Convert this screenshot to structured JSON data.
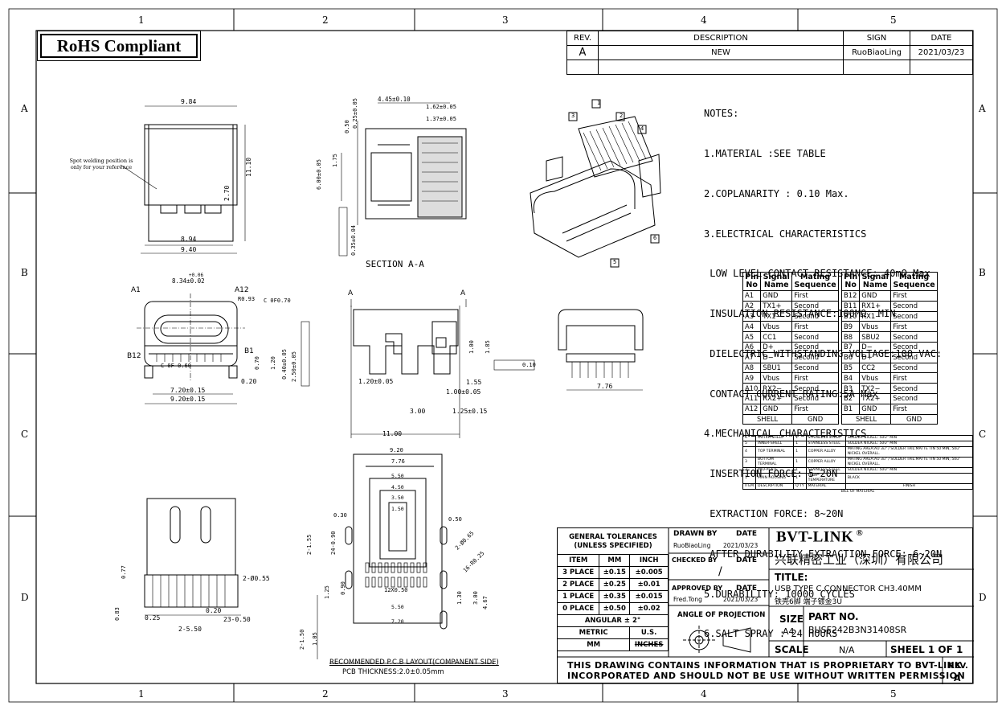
{
  "zones": {
    "cols": [
      "1",
      "2",
      "3",
      "4",
      "5"
    ],
    "rows": [
      "A",
      "B",
      "C",
      "D"
    ]
  },
  "rohs": "RoHS Compliant",
  "revision": {
    "headers": [
      "REV.",
      "DESCRIPTION",
      "SIGN",
      "DATE"
    ],
    "row": [
      "A",
      "NEW",
      "RuoBiaoLing",
      "2021/03/23"
    ]
  },
  "notes": [
    "NOTES:",
    "1.MATERIAL :SEE TABLE",
    "2.COPLANARITY : 0.10 Max.",
    "3.ELECTRICAL CHARACTERISTICS",
    " LOW LEVEL CONTACT RESISTANCE: 40mΩ Max",
    " INSULATION RESISTANCE:100MΩ  MIN",
    " DIELECTRIC WITHSTANDING VOLTAGE:100 VAC:",
    " CONTACT CURRENT RATING:5A Max",
    "4.MECHANICAL CHARACTERISTICS",
    " INSERTION FORCE: 5~20N",
    " EXTRACTION FORCE: 8~20N",
    " AFTER DURABILITY EXTRACTION FORCE: 6~20N",
    "5.DURABILITY: 10000 CYCLES",
    "6.SALT SPRAY : 24 HOURS"
  ],
  "pin_table_headers": [
    "Pin No",
    "Signal Name",
    "Mating Sequence"
  ],
  "pins_a": [
    [
      "A1",
      "GND",
      "First"
    ],
    [
      "A2",
      "TX1+",
      "Second"
    ],
    [
      "A3",
      "TX1−",
      "Second"
    ],
    [
      "A4",
      "Vbus",
      "First"
    ],
    [
      "A5",
      "CC1",
      "Second"
    ],
    [
      "A6",
      "D+",
      "Second"
    ],
    [
      "A7",
      "D−",
      "Second"
    ],
    [
      "A8",
      "SBU1",
      "Second"
    ],
    [
      "A9",
      "Vbus",
      "First"
    ],
    [
      "A10",
      "RX2−",
      "Second"
    ],
    [
      "A11",
      "RX2+",
      "Second"
    ],
    [
      "A12",
      "GND",
      "First"
    ]
  ],
  "pins_b": [
    [
      "B12",
      "GND",
      "First"
    ],
    [
      "B11",
      "RX1+",
      "Second"
    ],
    [
      "B10",
      "RX1−",
      "Second"
    ],
    [
      "B9",
      "Vbus",
      "First"
    ],
    [
      "B8",
      "SBU2",
      "Second"
    ],
    [
      "B7",
      "D−",
      "Second"
    ],
    [
      "B6",
      "D+",
      "Second"
    ],
    [
      "B5",
      "CC2",
      "Second"
    ],
    [
      "B4",
      "Vbus",
      "First"
    ],
    [
      "B3",
      "TX2−",
      "Second"
    ],
    [
      "B2",
      "TX2+",
      "Second"
    ],
    [
      "B1",
      "GND",
      "First"
    ]
  ],
  "shell_row": [
    "SHELL",
    "GND"
  ],
  "bom": {
    "rows": [
      [
        "6",
        "OUTER-SHELL",
        "1",
        "STAINLESS STEEL",
        "SOLDER NICKEL: 50U\" MIN"
      ],
      [
        "5",
        "INNER-SHELL",
        "1",
        "STAINLESS STEEL",
        "SOLDER NICKEL: 50U\" MIN"
      ],
      [
        "4",
        "TOP TERMINAL",
        "1",
        "COPPER ALLOY",
        "MATING AREA:AU 3u\" / SOLDER TAIL:MATTE TIN 50 MIN, 50u\" NICKEL OVERALL."
      ],
      [
        "3",
        "BOTTOM TERMINAL",
        "1",
        "COPPER ALLOY",
        "MATING AREA:AU 3u\" / SOLDER TAIL:MATTE TIN 50 MIN, 50u\" NICKEL OVERALL."
      ],
      [
        "2",
        "MID-PLATE",
        "1",
        "STAINLESS STEEL",
        "SOLDER NICKEL: 50U\" MIN"
      ],
      [
        "1",
        "MAIN HOUSING",
        "1",
        "HIGH TEMPERATURE",
        "BLACK"
      ]
    ],
    "header": [
      "ITEM",
      "DESCRIPTION",
      "Q'TY",
      "MATERIAL",
      "FINISH"
    ],
    "caption": "BILL OF MATERIAL"
  },
  "title_block": {
    "tol_title": "GENERAL TOLERANCES",
    "tol_sub": "(UNLESS SPECIFIED)",
    "tol_headers": [
      "ITEM",
      "MM",
      "INCH"
    ],
    "tol_rows": [
      [
        "3 PLACE",
        "±0.15",
        "±0.005"
      ],
      [
        "2 PLACE",
        "±0.25",
        "±0.01"
      ],
      [
        "1 PLACE",
        "±0.35",
        "±0.015"
      ],
      [
        "0 PLACE",
        "±0.50",
        "±0.02"
      ]
    ],
    "angular": "ANGULAR ± 2°",
    "metric": "METRIC",
    "us": "U.S.",
    "mm": "MM",
    "inches": "INCHES",
    "drawn_by_label": "DRAWN BY",
    "drawn_by": "RuoBiaoLing",
    "date_label": "DATE",
    "drawn_date": "2021/03/23",
    "checked_by_label": "CHECKED BY",
    "checked_by": "/",
    "approved_by_label": "APPROVED BY",
    "approved_by": "Fred.Tong",
    "approved_date": "2021/03/23",
    "projection": "ANGLE OF PROJECTION",
    "company": "BVT-LINK",
    "company_cn": "兴联精密工业（深圳）有限公司",
    "title_label": "TITLE:",
    "title": "USB TYPE C CONNECTOR CH3.40MM",
    "title_cn": "铁壳6脚 端子镀金3U",
    "size_label": "SIZE",
    "size": "A4",
    "part_no_label": "PART NO.",
    "part_no": "BUSF242B3N31408SR",
    "scale_label": "SCALE",
    "scale": "N/A",
    "sheet": "SHEEL 1 OF 1",
    "proprietary_1": "THIS DRAWING CONTAINS INFORMATION THAT IS PROPRIETARY TO BVT-LINK",
    "proprietary_2": "INCORPORATED AND SHOULD NOT BE USE WITHOUT WRITTEN PERMISSION",
    "rev_label": "REV.",
    "rev": "A"
  },
  "labels": {
    "section": "SECTION A-A",
    "spot": "Spot welding position is only for your reference",
    "pcb_1": "RECOMMENDED P.C.B LAYOUT(COMPANENT SIDE)",
    "pcb_2": "PCB THICKNESS:2.0±0.05mm",
    "callouts": [
      "1",
      "2",
      "3",
      "4",
      "5",
      "6"
    ],
    "a1": "A1",
    "a12": "A12",
    "b12": "B12",
    "b1": "B1",
    "sec_a": "A",
    "dims": {
      "d984": "9.84",
      "d894": "8.94",
      "d940": "9.40",
      "d1110": "11.10",
      "d270": "2.70",
      "d445": "4.45±0.10",
      "d162": "1.62±0.05",
      "d137": "1.37±0.05",
      "d050": "0.50",
      "d025": "0.25±0.05",
      "d175": "1.75",
      "d600": "6.00±0.05",
      "d035": "0.35±0.04",
      "d834": "8.34±0.02",
      "d834tol": "+0.06",
      "r093": "R0.93",
      "c070": "C 0F0.70",
      "c060": "C 0F 0.60",
      "d720": "7.20±0.15",
      "d920": "9.20±0.15",
      "d020": "0.20",
      "d070": "0.70",
      "d120": "1.20",
      "d250": "2.50±0.05",
      "d040": "0.40±0.05",
      "d100": "1.00",
      "d185": "1.85",
      "d155": "1.55",
      "d100b": "1.00±0.05",
      "d120b": "1.20±0.05",
      "d300": "3.00",
      "d125": "1.25±0.15",
      "d1100": "11.00",
      "d010": "0.10",
      "d776": "7.76",
      "d077": "0.77",
      "d083": "0.83",
      "d025b": "0.25",
      "d550": "2-5.50",
      "d050b": "23-0.50",
      "r055": "2-Ø0.55",
      "d920b": "9.20",
      "d776b": "7.76",
      "d550b": "5.50",
      "d450": "4.50",
      "d350": "3.50",
      "d150": "1.50",
      "d030": "0.30",
      "d0050": "0.50",
      "d065": "2-Ø0.65",
      "d2x050": "12X0.50",
      "d550c": "5.50",
      "d720b": "7.20",
      "d155b": "2-1.55",
      "d240": "24-0.90",
      "r025": "16-R0.25",
      "d125b": "1.25",
      "d090": "0.90",
      "d130": "1.30",
      "d300b": "3.00",
      "d467": "4.67",
      "d150b": "2-1.50",
      "d105": "1.05"
    }
  }
}
